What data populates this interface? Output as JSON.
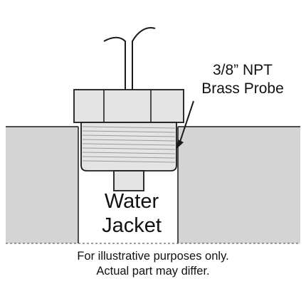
{
  "probe_label": {
    "line1": "3/8” NPT",
    "line2": "Brass Probe"
  },
  "water_jacket_label": {
    "line1": "Water",
    "line2": "Jacket"
  },
  "caption": {
    "line1": "For illustrative purposes only.",
    "line2": "Actual part may differ."
  },
  "colors": {
    "jacket_fill": "#d4d4d4",
    "probe_fill": "#e4e4e4",
    "outline": "#1a1a1a",
    "background": "#ffffff"
  }
}
